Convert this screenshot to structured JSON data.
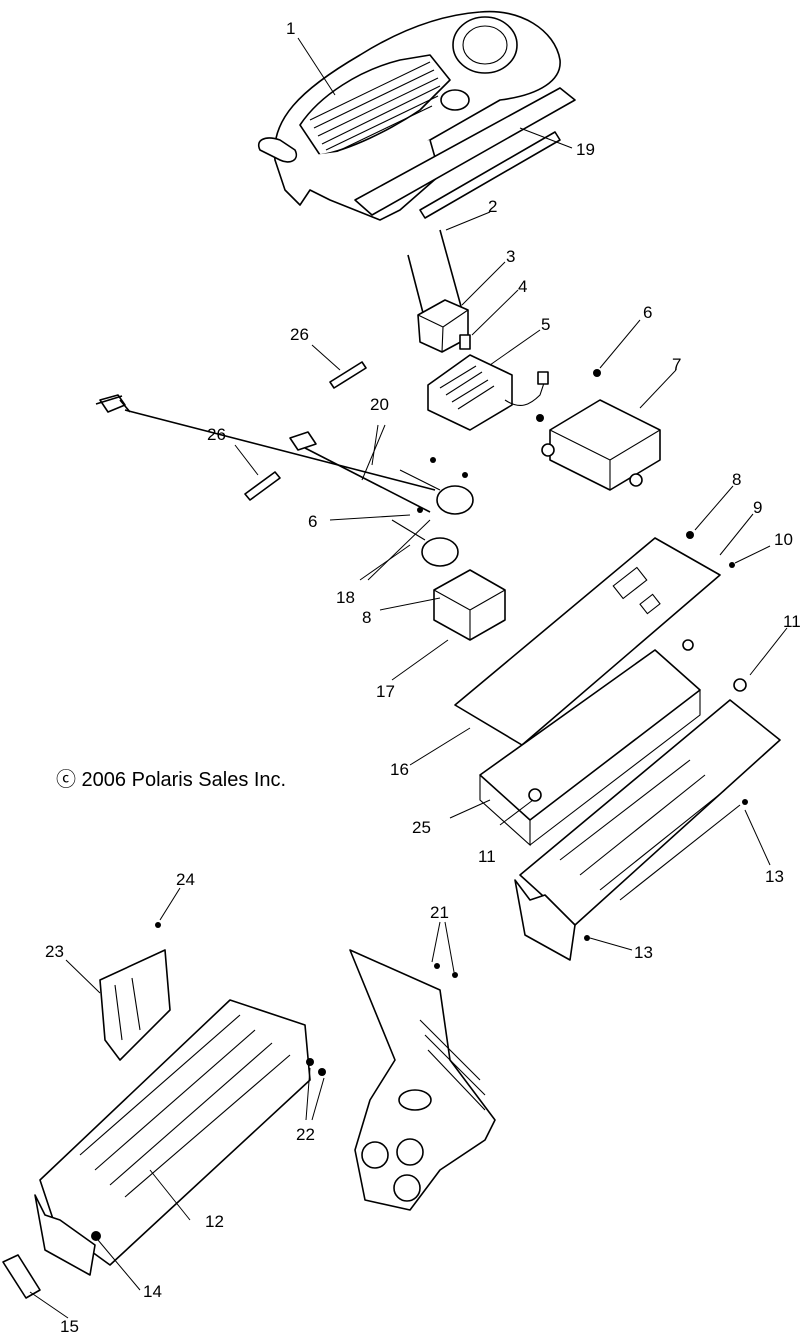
{
  "copyright": "ⓒ 2006 Polaris Sales Inc.",
  "callouts": [
    "1",
    "2",
    "3",
    "4",
    "5",
    "6",
    "7",
    "8",
    "9",
    "10",
    "11",
    "12",
    "13",
    "14",
    "15",
    "16",
    "17",
    "18",
    "19",
    "20",
    "21",
    "22",
    "23",
    "24",
    "25",
    "26",
    "6",
    "8",
    "11",
    "13",
    "26"
  ]
}
